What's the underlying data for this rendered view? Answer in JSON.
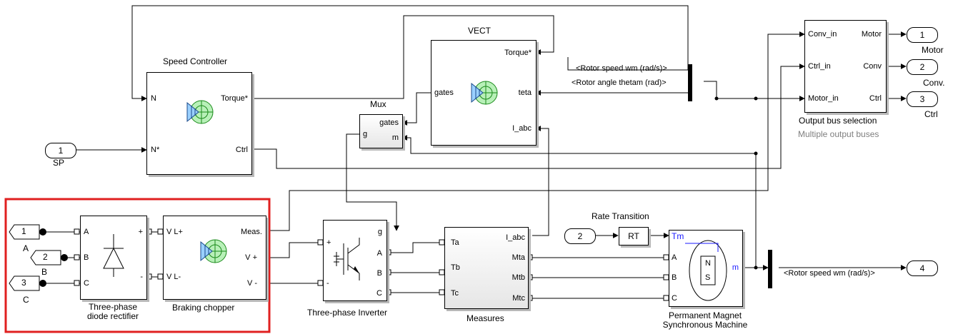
{
  "blocks": {
    "speed_controller": {
      "title": "Speed Controller",
      "in_n": "N",
      "in_nstar": "N*",
      "out_torque": "Torque*",
      "out_ctrl": "Ctrl"
    },
    "vect": {
      "title": "VECT",
      "in_gates": "gates",
      "in_torque": "Torque*",
      "in_teta": "teta",
      "in_iabc": "I_abc"
    },
    "mux": {
      "title": "Mux",
      "g": "g",
      "gates": "gates",
      "m": "m"
    },
    "output_bus": {
      "title": "Output bus selection",
      "subtitle": "Multiple output buses",
      "in1": "Conv_in",
      "in2": "Ctrl_in",
      "in3": "Motor_in",
      "out1": "Motor",
      "out2": "Conv",
      "out3": "Ctrl"
    },
    "rectifier": {
      "title_l1": "Three-phase",
      "title_l2": "diode rectifier",
      "a": "A",
      "b": "B",
      "c": "C",
      "plus": "+",
      "minus": "-"
    },
    "chopper": {
      "title": "Braking chopper",
      "vlp": "V L+",
      "vlm": "V L-",
      "meas": "Meas.",
      "vp": "V +",
      "vm": "V -"
    },
    "inverter": {
      "title": "Three-phase Inverter",
      "g": "g",
      "plus": "+",
      "minus": "-",
      "a": "A",
      "b": "B",
      "c": "C"
    },
    "measures": {
      "title": "Measures",
      "ta": "Ta",
      "tb": "Tb",
      "tc": "Tc",
      "iabc": "I_abc",
      "mta": "Mta",
      "mtb": "Mtb",
      "mtc": "Mtc"
    },
    "rate_transition": {
      "title": "Rate Transition",
      "label": "RT"
    },
    "pmsm": {
      "title_l1": "Permanent Magnet",
      "title_l2": "Synchronous Machine",
      "tm": "Tm",
      "a": "A",
      "b": "B",
      "c": "C",
      "m": "m",
      "n": "N",
      "s": "S"
    }
  },
  "ports": {
    "out_motor": {
      "num": "1",
      "name": "Motor"
    },
    "out_conv": {
      "num": "2",
      "name": "Conv."
    },
    "out_ctrl": {
      "num": "3",
      "name": "Ctrl"
    },
    "out_4": {
      "num": "4"
    },
    "in_sp": {
      "num": "1",
      "name": "SP"
    },
    "in_rt": {
      "num": "2"
    },
    "conn_a": {
      "num": "1",
      "name": "A"
    },
    "conn_b": {
      "num": "2",
      "name": "B"
    },
    "conn_c": {
      "num": "3",
      "name": "C"
    }
  },
  "signals": {
    "rotor_speed": "<Rotor speed wm (rad/s)>",
    "rotor_angle": "<Rotor angle thetam (rad)>",
    "rotor_speed_out": "<Rotor speed wm (rad/s)>"
  },
  "colors": {
    "highlight": "#e02020",
    "link": "#1a1aff",
    "shadow": "#b8b8b8"
  }
}
